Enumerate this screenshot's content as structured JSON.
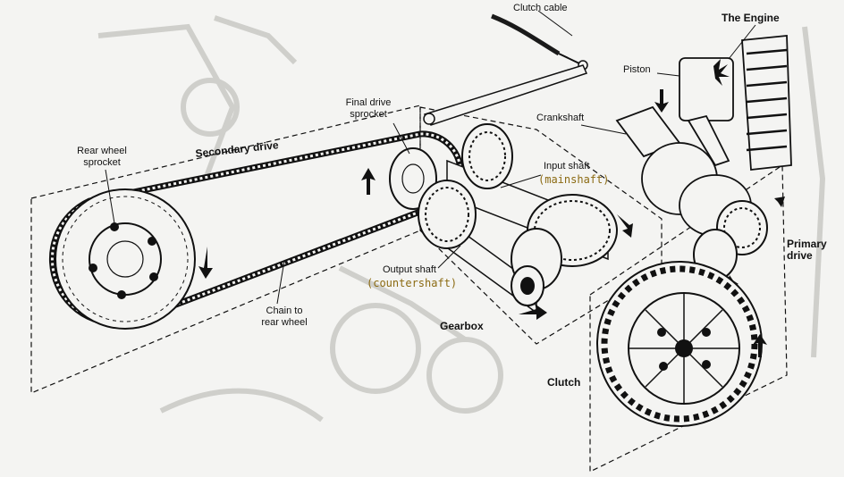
{
  "labels": {
    "clutch_cable": "Clutch cable",
    "the_engine": "The Engine",
    "piston": "Piston",
    "crankshaft": "Crankshaft",
    "final_drive_sprocket_line1": "Final drive",
    "final_drive_sprocket_line2": "sprocket",
    "secondary_drive": "Secondary drive",
    "rear_wheel_sprocket_line1": "Rear wheel",
    "rear_wheel_sprocket_line2": "sprocket",
    "input_shaft": "Input shaft",
    "mainshaft": "(mainshaft)",
    "output_shaft": "Output shaft",
    "countershaft": "(countershaft)",
    "chain_line1": "Chain to",
    "chain_line2": "rear wheel",
    "gearbox": "Gearbox",
    "primary_drive_line1": "Primary",
    "primary_drive_line2": "drive",
    "clutch": "Clutch"
  },
  "colors": {
    "ink": "#111111",
    "annotation": "#8b6a12",
    "ghost": "#c8c8c4",
    "cable": "#1a1a1a"
  }
}
